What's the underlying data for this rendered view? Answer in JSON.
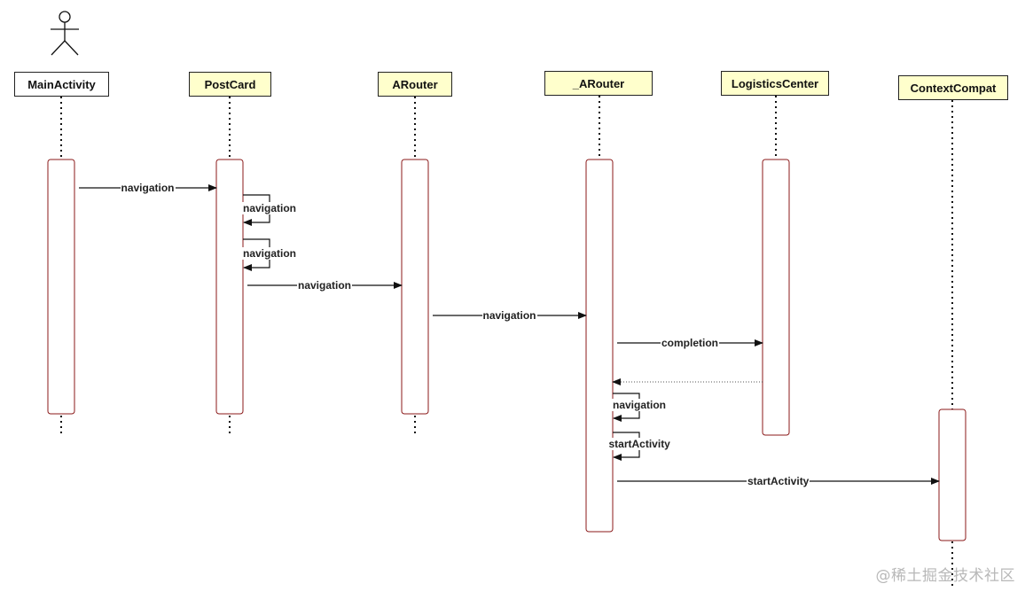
{
  "participants": [
    {
      "id": "mainactivity",
      "label": "MainActivity",
      "fill": "#ffffff"
    },
    {
      "id": "postcard",
      "label": "PostCard",
      "fill": "#ffffcc"
    },
    {
      "id": "arouter",
      "label": "ARouter",
      "fill": "#ffffcc"
    },
    {
      "id": "underscore-arouter",
      "label": "_ARouter",
      "fill": "#ffffcc"
    },
    {
      "id": "logisticscenter",
      "label": "LogisticsCenter",
      "fill": "#ffffcc"
    },
    {
      "id": "contextcompat",
      "label": "ContextCompat",
      "fill": "#ffffcc"
    }
  ],
  "messages": [
    {
      "from": "mainactivity",
      "to": "postcard",
      "label": "navigation",
      "kind": "sync"
    },
    {
      "from": "postcard",
      "to": "postcard",
      "label": "navigation",
      "kind": "self"
    },
    {
      "from": "postcard",
      "to": "postcard",
      "label": "navigation",
      "kind": "self"
    },
    {
      "from": "postcard",
      "to": "arouter",
      "label": "navigation",
      "kind": "sync"
    },
    {
      "from": "arouter",
      "to": "underscore-arouter",
      "label": "navigation",
      "kind": "sync"
    },
    {
      "from": "underscore-arouter",
      "to": "logisticscenter",
      "label": "completion",
      "kind": "sync"
    },
    {
      "from": "logisticscenter",
      "to": "underscore-arouter",
      "label": "",
      "kind": "return"
    },
    {
      "from": "underscore-arouter",
      "to": "underscore-arouter",
      "label": "navigation",
      "kind": "self"
    },
    {
      "from": "underscore-arouter",
      "to": "underscore-arouter",
      "label": "startActivity",
      "kind": "self"
    },
    {
      "from": "underscore-arouter",
      "to": "contextcompat",
      "label": "startActivity",
      "kind": "sync"
    }
  ],
  "colors": {
    "activation_border": "#8b1a1a",
    "line": "#111111",
    "return_line": "#555555"
  },
  "watermark": "@稀土掘金技术社区"
}
